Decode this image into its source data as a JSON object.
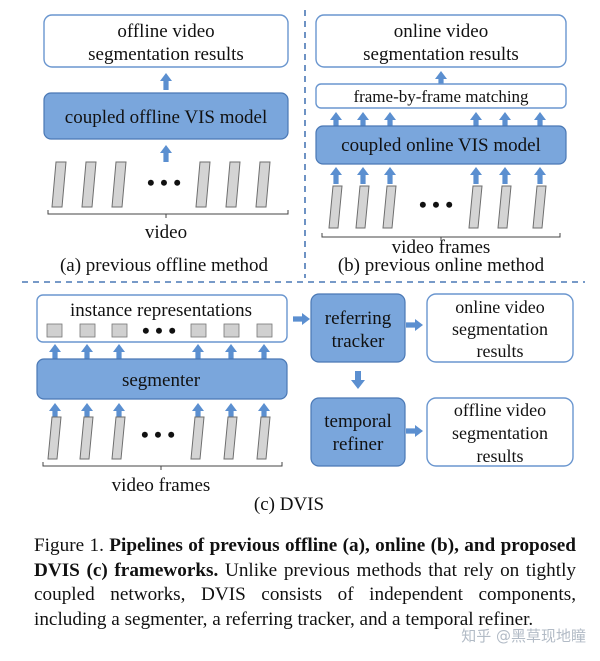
{
  "panel_a": {
    "output_label": [
      "offline video",
      "segmentation results"
    ],
    "model_label": "coupled offline VIS model",
    "dots": "• • •",
    "input_label": "video",
    "caption": "(a) previous offline method"
  },
  "panel_b": {
    "output_label": [
      "online video",
      "segmentation results"
    ],
    "matching_label": "frame-by-frame matching",
    "model_label": "coupled online VIS model",
    "dots": "• • •",
    "input_label": "video frames",
    "caption": "(b) previous online method"
  },
  "panel_c": {
    "instance_label": "instance representations",
    "segmenter_label": "segmenter",
    "tracker_label": [
      "referring",
      "tracker"
    ],
    "refiner_label": [
      "temporal",
      "refiner"
    ],
    "online_output": [
      "online video",
      "segmentation",
      "results"
    ],
    "offline_output": [
      "offline video",
      "segmentation",
      "results"
    ],
    "dots": "• • •",
    "input_label": "video frames",
    "caption": "(c) DVIS"
  },
  "figure_caption": {
    "prefix": "Figure 1. ",
    "bold": "Pipelines of previous offline (a), online (b), and proposed DVIS (c) frameworks.",
    "rest": " Unlike previous methods that rely on tightly coupled networks, DVIS consists of independent components, including a segmenter, a referring tracker, and a temporal refiner."
  },
  "watermark": "知乎 @黑草现地瞳",
  "colors": {
    "block_fill": "#7aa6dc",
    "block_stroke": "#4a78b5",
    "arrow": "#5b8fd0",
    "output_stroke": "#6a96cf",
    "frame_fill": "#d4d4d4",
    "token_fill": "#d0d0d0",
    "divider": "#4a78b5"
  }
}
